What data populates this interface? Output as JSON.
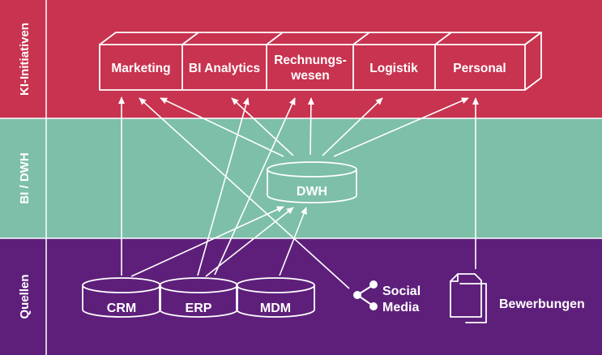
{
  "colors": {
    "initiatives_band": "#c8334f",
    "bi_band": "#7dbfa8",
    "sources_band": "#5e1f7b",
    "line": "#ffffff"
  },
  "lanes": {
    "initiatives": "KI-Initiativen",
    "bi": "BI / DWH",
    "sources": "Quellen"
  },
  "initiatives": {
    "marketing": "Marketing",
    "bi_analytics": "BI Analytics",
    "rechnungswesen_line1": "Rechnungs-",
    "rechnungswesen_line2": "wesen",
    "logistik": "Logistik",
    "personal": "Personal"
  },
  "dwh": "DWH",
  "sources": {
    "crm": "CRM",
    "erp": "ERP",
    "mdm": "MDM",
    "social_line1": "Social",
    "social_line2": "Media",
    "bewerbungen": "Bewerbungen"
  },
  "icons": {
    "social": "share-icon",
    "documents": "documents-icon"
  }
}
